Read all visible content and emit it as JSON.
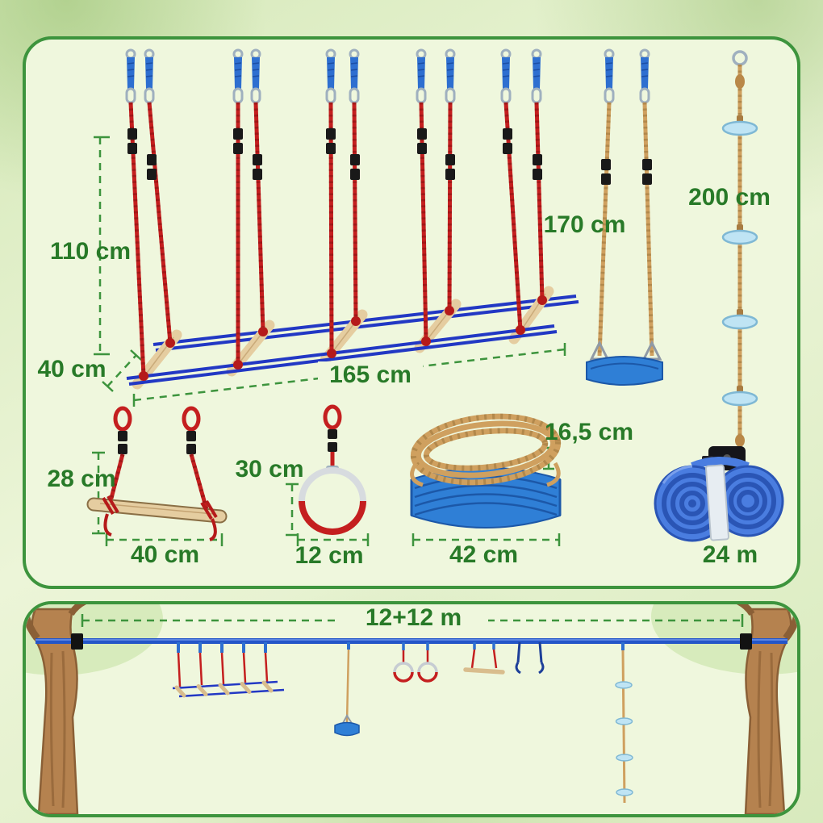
{
  "panels": {
    "dimensions": {
      "ninja_ladder": {
        "height_label": "110 cm",
        "depth_label": "40 cm",
        "length_label": "165 cm"
      },
      "rope_swing": {
        "height_label": "170 cm"
      },
      "climbing_rope": {
        "height_label": "200 cm"
      },
      "trapeze_bar": {
        "height_label": "28 cm",
        "width_label": "40 cm"
      },
      "gym_ring": {
        "height_label": "30 cm",
        "diameter_label": "12 cm"
      },
      "swing_seat": {
        "thickness_label": "16,5 cm",
        "width_label": "42 cm"
      },
      "ratchet_strap": {
        "length_label": "24 m"
      }
    },
    "assembled": {
      "slackline": {
        "length_label": "12+12 m"
      }
    }
  },
  "colors": {
    "label_green": "#287a28",
    "panel_border_green": "#3d943d",
    "panel_background": "#eff7dd",
    "rope_red": "#c41f1f",
    "strap_blue": "#2e6fd0",
    "ladder_rail_blue": "#2238c4",
    "rope_tan": "#cfa05f",
    "seat_blue": "#2f7fd6",
    "disc_light_blue": "#bfe4f4",
    "tree_brown": "#b5824f"
  }
}
